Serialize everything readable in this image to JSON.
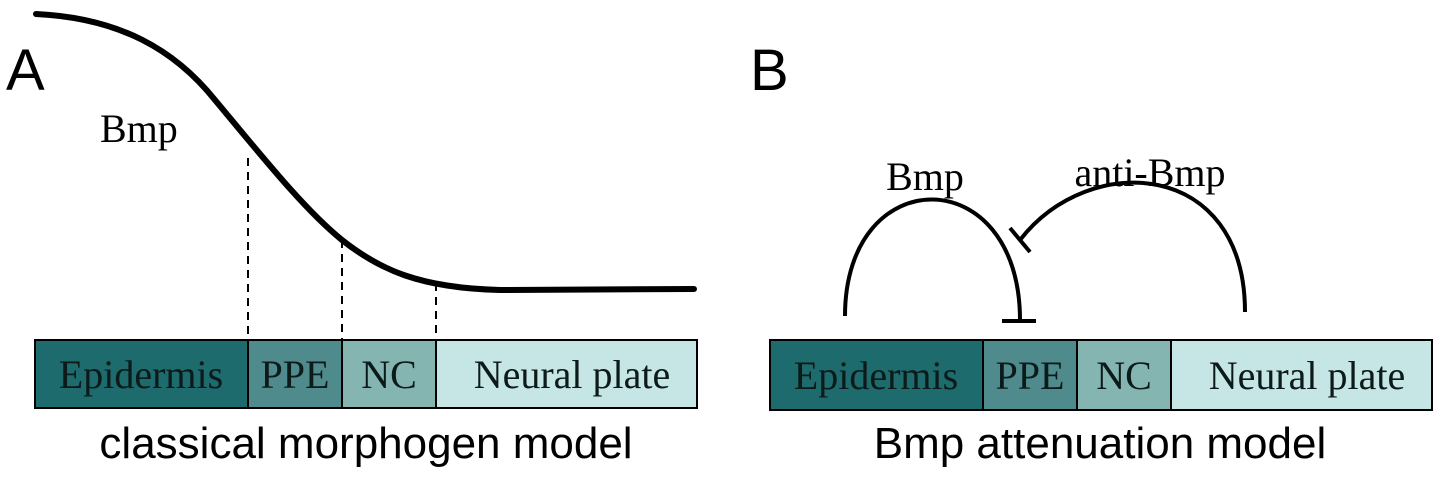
{
  "panels": [
    {
      "letter": "A",
      "gradient_label": "Bmp",
      "caption": "classical morphogen model",
      "segments": [
        {
          "label": "Epidermis",
          "color": "#1e6b6e"
        },
        {
          "label": "PPE",
          "color": "#4f8a8c"
        },
        {
          "label": "NC",
          "color": "#85b5b1"
        },
        {
          "label": "Neural plate",
          "color": "#c6e6e6"
        }
      ]
    },
    {
      "letter": "B",
      "bmp_label": "Bmp",
      "anti_bmp_label": "anti-Bmp",
      "caption": "Bmp attenuation model",
      "segments": [
        {
          "label": "Epidermis",
          "color": "#1e6b6e"
        },
        {
          "label": "PPE",
          "color": "#4f8a8c"
        },
        {
          "label": "NC",
          "color": "#85b5b1"
        },
        {
          "label": "Neural plate",
          "color": "#c6e6e6"
        }
      ]
    }
  ]
}
